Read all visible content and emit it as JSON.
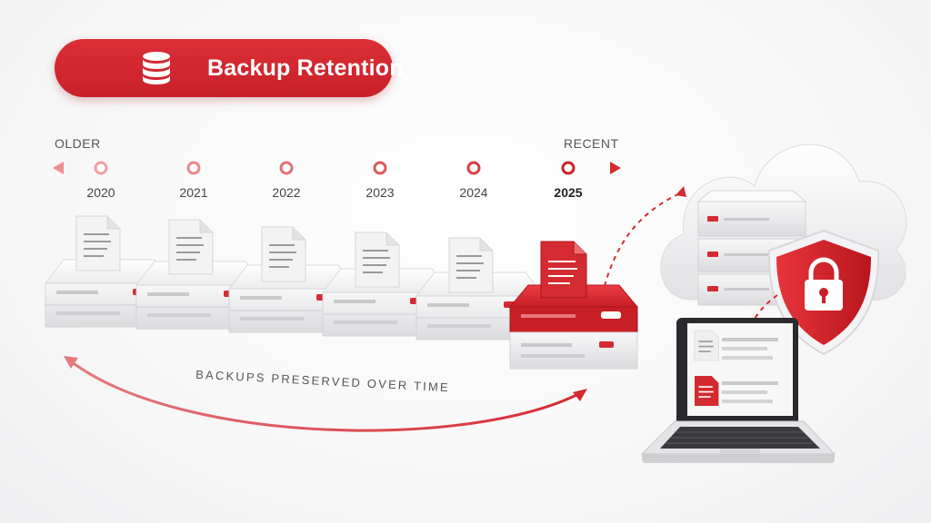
{
  "title": "Backup Retention",
  "timeline": {
    "start_label": "OLDER",
    "end_label": "RECENT",
    "years": [
      "2020",
      "2021",
      "2022",
      "2023",
      "2024",
      "2025"
    ]
  },
  "caption": "BACKUPS PRESERVED OVER TIME",
  "colors": {
    "accent": "#d42a31",
    "light_accent": "#f2a3a6",
    "device": "#f1f1f2"
  },
  "icons": [
    "database-icon",
    "document-icon",
    "server-icon",
    "cloud-icon",
    "shield-lock-icon",
    "laptop-icon"
  ]
}
